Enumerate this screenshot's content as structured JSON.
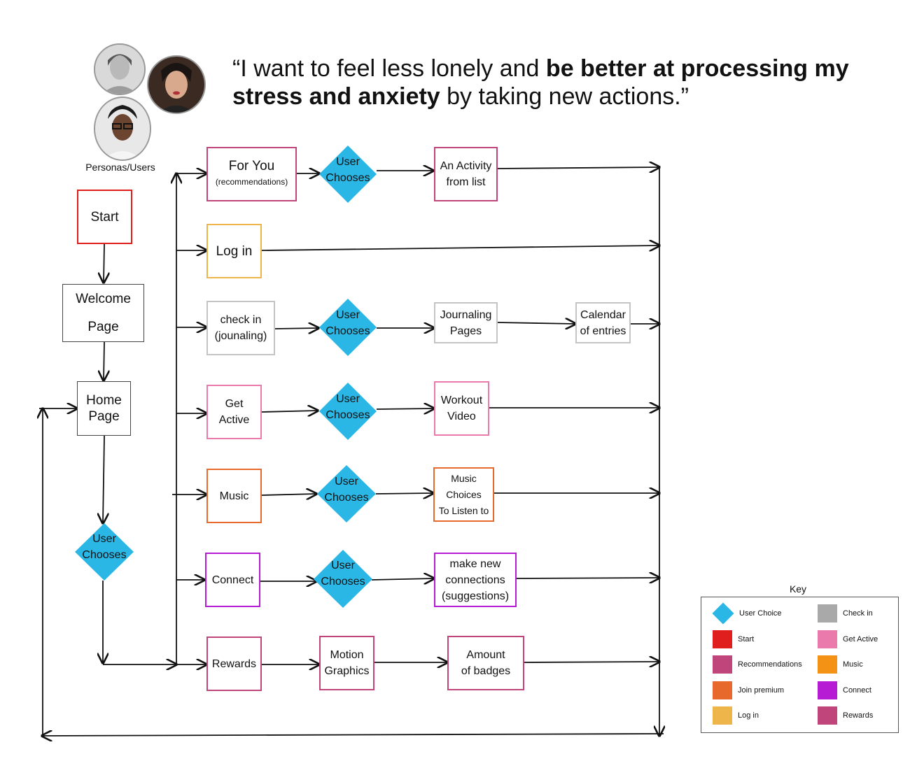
{
  "quote": {
    "open": "“I want to feel less lonely and ",
    "bold1": "be better at processing my stress and anxiety",
    "close": " by taking new actions.”"
  },
  "personas_label": "Personas/Users",
  "nodes": {
    "start": "Start",
    "welcome_1": "Welcome",
    "welcome_2": "Page",
    "home_1": "Home",
    "home_2": "Page",
    "user_choice_1": "User",
    "user_choice_2": "Chooses",
    "for_you": "For You",
    "for_you_sub": "(recommendations)",
    "activity_1": "An Activity",
    "activity_2": "from list",
    "login": "Log in",
    "checkin_1": "check in",
    "checkin_2": "(jounaling)",
    "journaling_1": "Journaling",
    "journaling_2": "Pages",
    "calendar_1": "Calendar",
    "calendar_2": "of entries",
    "get_active_1": "Get",
    "get_active_2": "Active",
    "workout_1": "Workout",
    "workout_2": "Video",
    "music": "Music",
    "music_choices_1": "Music",
    "music_choices_2": "Choices",
    "music_choices_3": "To Listen to",
    "connect": "Connect",
    "connections_1": "make new",
    "connections_2": "connections",
    "connections_3": "(suggestions)",
    "rewards": "Rewards",
    "motion_1": "Motion",
    "motion_2": "Graphics",
    "badges_1": "Amount",
    "badges_2": "of badges"
  },
  "legend": {
    "title": "Key",
    "items_left": [
      {
        "label": "User Choice",
        "color": "#2bb7e6",
        "shape": "diamond"
      },
      {
        "label": "Start",
        "color": "#e01e1e",
        "shape": "square"
      },
      {
        "label": "Recommendations",
        "color": "#c0457a",
        "shape": "square"
      },
      {
        "label": "Join premium",
        "color": "#e8692c",
        "shape": "square"
      },
      {
        "label": "Log in",
        "color": "#eeb54a",
        "shape": "square"
      }
    ],
    "items_right": [
      {
        "label": "Check in",
        "color": "#a9a9a9",
        "shape": "square"
      },
      {
        "label": "Get Active",
        "color": "#e97aab",
        "shape": "square"
      },
      {
        "label": "Music",
        "color": "#f39215",
        "shape": "square"
      },
      {
        "label": "Connect",
        "color": "#b51cd4",
        "shape": "square"
      },
      {
        "label": "Rewards",
        "color": "#c0457a",
        "shape": "square"
      }
    ]
  },
  "colors": {
    "diamond": "#2bb7e6",
    "start": "#e01e1e",
    "recommendations": "#c0457a",
    "login": "#eeb54a",
    "checkin": "#bdbdbd",
    "get_active": "#e97aab",
    "music": "#e8692c",
    "connect": "#b51cd4",
    "rewards": "#c0457a"
  }
}
